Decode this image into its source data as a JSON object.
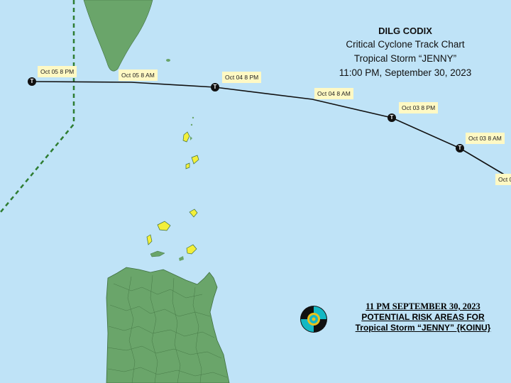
{
  "title": {
    "org": "DILG CODIX",
    "chart_name": "Critical Cyclone Track Chart",
    "storm": "Tropical Storm “JENNY”",
    "timestamp": "11:00 PM, September 30, 2023"
  },
  "track": {
    "line_color": "#111111",
    "label_color": "#fff9c4",
    "marker_symbol": "T",
    "points": [
      {
        "label": "Oct 05 8 PM",
        "marker": true
      },
      {
        "label": "Oct 05 8 AM",
        "marker": false
      },
      {
        "label": "Oct 04 8 PM",
        "marker": true
      },
      {
        "label": "Oct 04 8 AM",
        "marker": false
      },
      {
        "label": "Oct 03 8 PM",
        "marker": true
      },
      {
        "label": "Oct 03 8 AM",
        "marker": true
      },
      {
        "label": "Oct 0",
        "marker": false
      }
    ]
  },
  "footer": {
    "date": "11 PM SEPTEMBER 30, 2023",
    "line1": "POTENTIAL RISK AREAS FOR",
    "line2": "Tropical Storm “JENNY” {KOINU}"
  },
  "colors": {
    "sea": "#bfe3f7",
    "land": "#6aa56a",
    "land_outline": "#3f6f3f",
    "risk_islands": "#f3ef3a",
    "par_line": "#2e7d32"
  }
}
